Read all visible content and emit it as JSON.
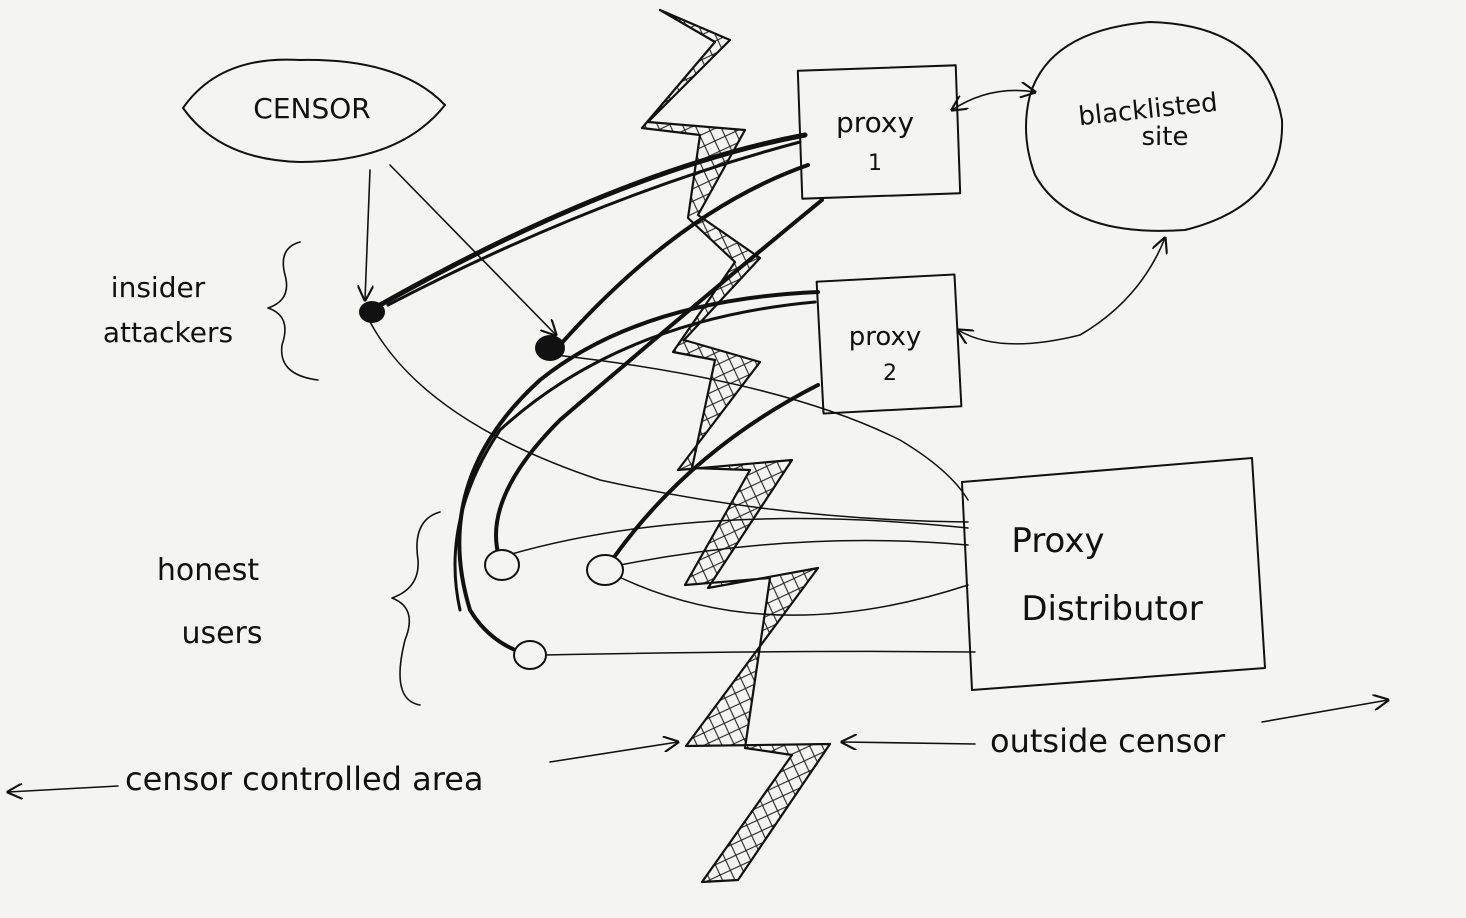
{
  "diagram": {
    "censor": {
      "label": "CENSOR"
    },
    "proxy1": {
      "line1": "proxy",
      "line2": "1"
    },
    "proxy2": {
      "line1": "proxy",
      "line2": "2"
    },
    "blacklisted_site": {
      "line1": "blacklisted",
      "line2": "site"
    },
    "proxy_distributor": {
      "line1": "Proxy",
      "line2": "Distributor"
    },
    "insider_attackers": {
      "line1": "insider",
      "line2": "attackers"
    },
    "honest_users": {
      "line1": "honest",
      "line2": "users"
    },
    "censor_controlled_area": {
      "label": "censor controlled area"
    },
    "outside_censor": {
      "label": "outside censor"
    }
  }
}
